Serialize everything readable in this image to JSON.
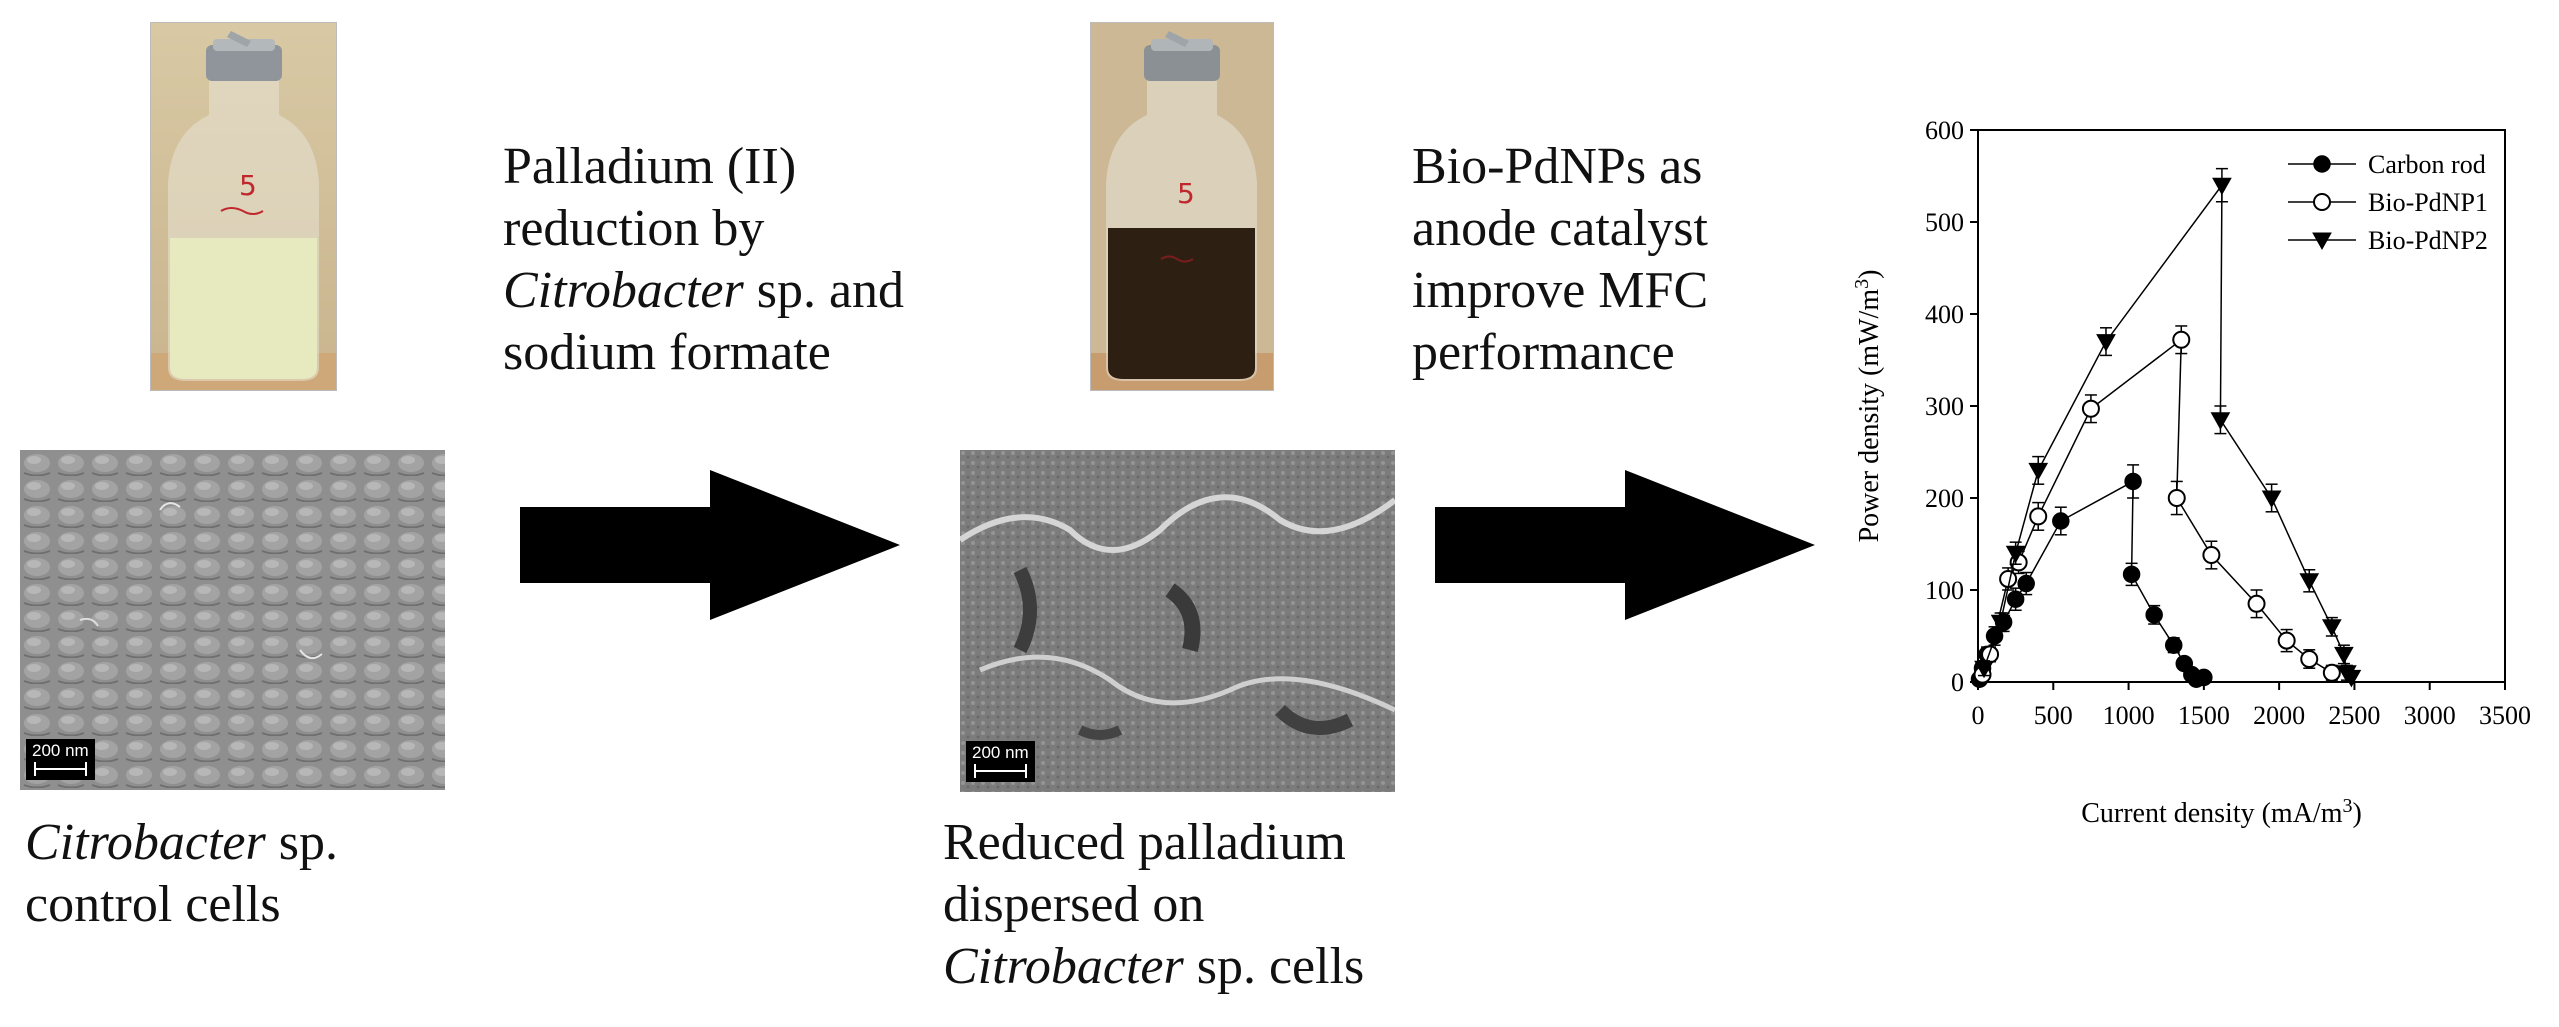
{
  "steps": {
    "step1": {
      "line1": "Palladium (II)",
      "line2": "reduction by",
      "line3_italic": "Citrobacter",
      "line3_rest": " sp. and",
      "line4": "sodium formate"
    },
    "step2": {
      "line1": "Bio-PdNPs as",
      "line2": "anode catalyst",
      "line3": "improve MFC",
      "line4": "performance"
    }
  },
  "captions": {
    "control": {
      "line1_italic": "Citrobacter",
      "line1_rest": " sp.",
      "line2": "control cells"
    },
    "reduced": {
      "line1": "Reduced palladium",
      "line2": "dispersed on",
      "line3_italic": "Citrobacter",
      "line3_rest": " sp. cells"
    }
  },
  "images": {
    "scale_bar_left": "200 nm",
    "scale_bar_right": "200 nm",
    "bottle_label": "5"
  },
  "colors": {
    "arrow": "#000000",
    "solution_before": "#e6eabe",
    "solution_after": "#2d1f12"
  },
  "chart_data": {
    "type": "scatter",
    "xlabel": "Current density (mA/m",
    "xlabel_sup": "3",
    "xlabel_end": ")",
    "ylabel": "Power density (mW/m",
    "ylabel_sup": "3",
    "ylabel_end": ")",
    "xlim": [
      0,
      3500
    ],
    "ylim": [
      0,
      600
    ],
    "xticks": [
      0,
      500,
      1000,
      1500,
      2000,
      2500,
      3000,
      3500
    ],
    "yticks": [
      0,
      100,
      200,
      300,
      400,
      500,
      600
    ],
    "legend_position": "top-right",
    "series": [
      {
        "name": "Carbon rod",
        "marker": "filled-circle",
        "x": [
          10,
          30,
          60,
          110,
          170,
          250,
          320,
          550,
          1030,
          1020,
          1170,
          1300,
          1370,
          1420,
          1450,
          1500
        ],
        "y": [
          3,
          15,
          30,
          50,
          65,
          90,
          107,
          175,
          218,
          117,
          73,
          40,
          20,
          8,
          3,
          5
        ],
        "err": [
          5,
          6,
          8,
          10,
          10,
          12,
          12,
          15,
          18,
          12,
          10,
          8,
          6,
          5,
          4,
          4
        ]
      },
      {
        "name": "Bio-PdNP1",
        "marker": "open-circle",
        "x": [
          30,
          80,
          200,
          270,
          400,
          750,
          1350,
          1320,
          1550,
          1850,
          2050,
          2200,
          2350
        ],
        "y": [
          8,
          30,
          112,
          130,
          180,
          297,
          372,
          200,
          138,
          85,
          45,
          25,
          10
        ],
        "err": [
          6,
          8,
          12,
          12,
          15,
          15,
          15,
          18,
          15,
          15,
          12,
          10,
          8
        ]
      },
      {
        "name": "Bio-PdNP2",
        "marker": "filled-triangle-down",
        "x": [
          40,
          150,
          250,
          400,
          850,
          1620,
          1610,
          1950,
          2200,
          2350,
          2430,
          2450,
          2480
        ],
        "y": [
          15,
          65,
          140,
          230,
          370,
          540,
          285,
          200,
          110,
          60,
          30,
          10,
          5
        ],
        "err": [
          8,
          10,
          12,
          15,
          15,
          18,
          15,
          15,
          12,
          10,
          10,
          8,
          6
        ]
      }
    ]
  }
}
